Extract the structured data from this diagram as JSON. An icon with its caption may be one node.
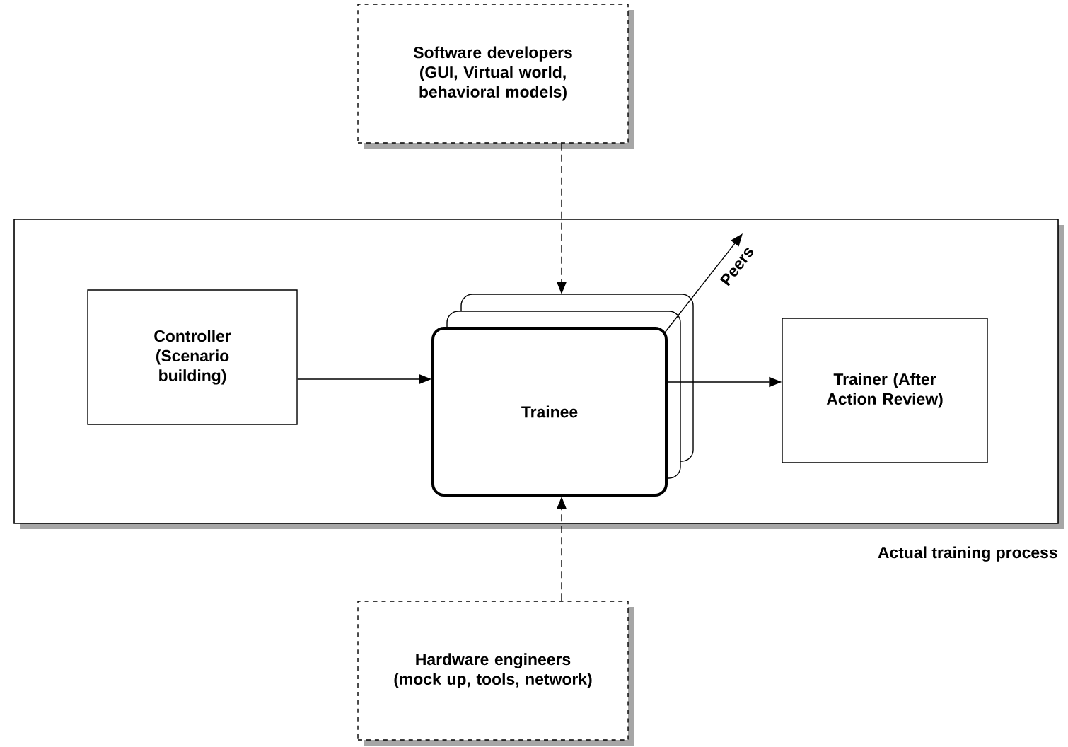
{
  "diagram": {
    "nodes": [
      {
        "text": [
          "Actual training process"
        ]
      },
      {
        "text": [
          "Software developers (GUI, Virtual world, behavioral models)"
        ]
      },
      {
        "text": [
          "Controller (Scenario building)"
        ],
        "in": 0
      },
      {
        "text": [
          "Trainee"
        ],
        "in": 0
      },
      {
        "text": [
          "Trainer (After Action Review)"
        ],
        "in": 0
      },
      {
        "text": [
          "Hardware engineers (mock up, tools, network)"
        ]
      }
    ],
    "edges": [
      {
        "from": 1,
        "to": 3,
        "arrow": "to",
        "style": "dashed"
      },
      {
        "from": 2,
        "to": 3,
        "arrow": "to"
      },
      {
        "from": 3,
        "to": 4,
        "arrow": "to"
      },
      {
        "from": 5,
        "to": 3,
        "arrow": "to",
        "style": "dashed"
      },
      {
        "from": 3,
        "to": null,
        "arrow": "to",
        "label": "Peers"
      }
    ]
  }
}
